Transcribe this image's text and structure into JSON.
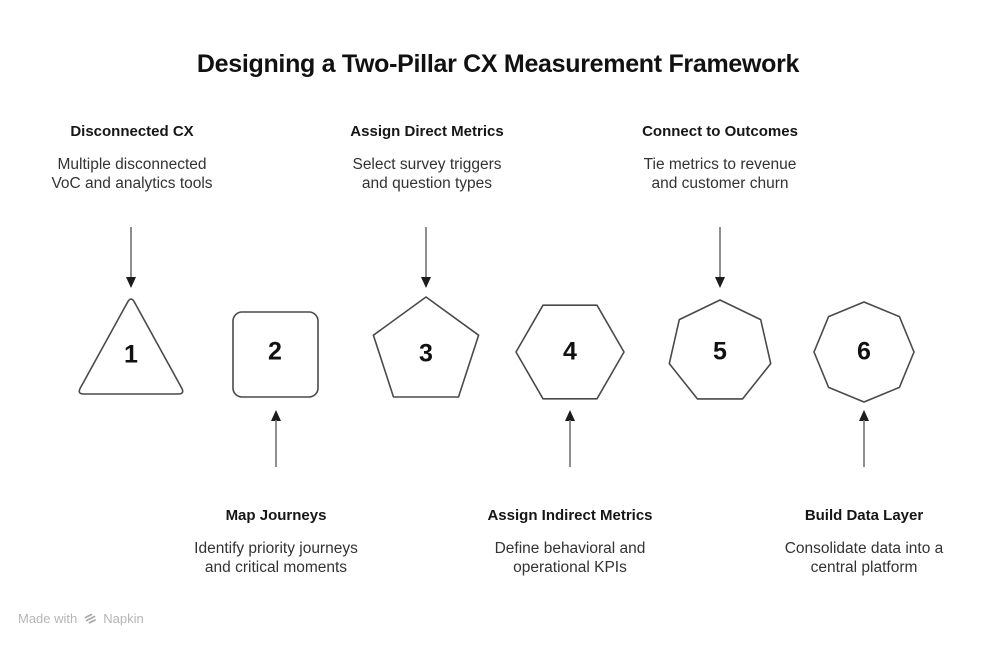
{
  "title": "Designing a Two-Pillar CX Measurement Framework",
  "steps": [
    {
      "number": "1",
      "shape": "triangle",
      "label_position": "top",
      "heading": "Disconnected CX",
      "desc_line1": "Multiple disconnected",
      "desc_line2": "VoC and analytics tools"
    },
    {
      "number": "2",
      "shape": "square",
      "label_position": "bottom",
      "heading": "Map Journeys",
      "desc_line1": "Identify priority journeys",
      "desc_line2": "and critical moments"
    },
    {
      "number": "3",
      "shape": "pentagon",
      "label_position": "top",
      "heading": "Assign Direct Metrics",
      "desc_line1": "Select survey triggers",
      "desc_line2": "and question types"
    },
    {
      "number": "4",
      "shape": "hexagon",
      "label_position": "bottom",
      "heading": "Assign Indirect Metrics",
      "desc_line1": "Define behavioral and",
      "desc_line2": "operational KPIs"
    },
    {
      "number": "5",
      "shape": "heptagon",
      "label_position": "top",
      "heading": "Connect to Outcomes",
      "desc_line1": "Tie metrics to revenue",
      "desc_line2": "and customer churn"
    },
    {
      "number": "6",
      "shape": "octagon",
      "label_position": "bottom",
      "heading": "Build Data Layer",
      "desc_line1": "Consolidate data into a",
      "desc_line2": "central platform"
    }
  ],
  "footer": {
    "made_with": "Made with",
    "brand": "Napkin"
  },
  "colors": {
    "background": "#ffffff",
    "title": "#111111",
    "heading": "#161616",
    "body_text": "#333333",
    "shape_stroke": "#4a4a4a",
    "arrow_line": "#7a7a7a",
    "arrow_head": "#1c1c1c",
    "footer_text": "#b5b5b5"
  }
}
